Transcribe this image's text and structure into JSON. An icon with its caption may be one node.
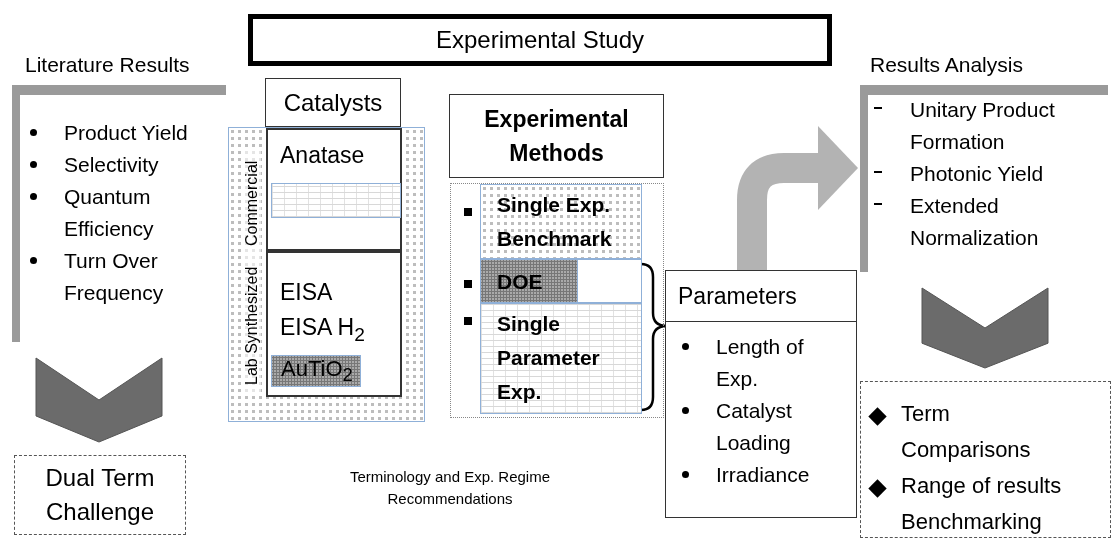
{
  "diagram": {
    "nodes": [
      {
        "text": [
          "Experimental Study"
        ]
      },
      {
        "text": [
          "Literature Results",
          "Product Yield",
          "Selectivity",
          "Quantum Efficiency",
          "Turn Over Frequency"
        ]
      },
      {
        "text": [
          "Dual Term Challenge"
        ]
      },
      {
        "text": [
          "Catalysts"
        ]
      },
      {
        "text": [
          "Commercial",
          "Lab Synthesized"
        ]
      },
      {
        "text": [
          "Anatase"
        ],
        "in": 4
      },
      {
        "text": [],
        "shape": "box",
        "in": 5
      },
      {
        "text": [
          "EISA",
          "EISA H$_{2}$"
        ],
        "in": 4
      },
      {
        "text": [
          "AuTiO$_{2}$"
        ],
        "in": 7
      },
      {
        "text": [
          "Experimental Methods"
        ]
      },
      {
        "text": [],
        "shape": "box"
      },
      {
        "text": [
          "Single Exp. Benchmark"
        ],
        "in": 10
      },
      {
        "text": [
          "DOE"
        ],
        "in": 10
      },
      {
        "text": [
          "Single Parameter Exp."
        ],
        "in": 10
      },
      {
        "text": [
          "Parameters",
          "Length of Exp.",
          "Catalyst Loading",
          "Irradiance"
        ]
      },
      {
        "text": [
          "Results Analysis",
          "Unitary Product Formation",
          "Photonic Yield",
          "Extended Normalization"
        ]
      },
      {
        "text": [
          "Term Comparisons",
          "Range of results Benchmarking"
        ]
      }
    ],
    "edges": [
      {
        "from": 1,
        "to": 2,
        "arrow": "to",
        "style": "thick",
        "color": "#6b6b6b"
      },
      {
        "from": 12,
        "to": 14,
        "arrow": "none"
      },
      {
        "from": 13,
        "to": 14,
        "arrow": "none"
      },
      {
        "from": 14,
        "to": 15,
        "arrow": "to",
        "style": "thick",
        "color": "#b3b3b3"
      },
      {
        "from": 15,
        "to": 16,
        "arrow": "to",
        "style": "thick",
        "color": "#6b6b6b"
      }
    ],
    "labels": [
      "Terminology and Exp. Regime Recommendations"
    ]
  }
}
